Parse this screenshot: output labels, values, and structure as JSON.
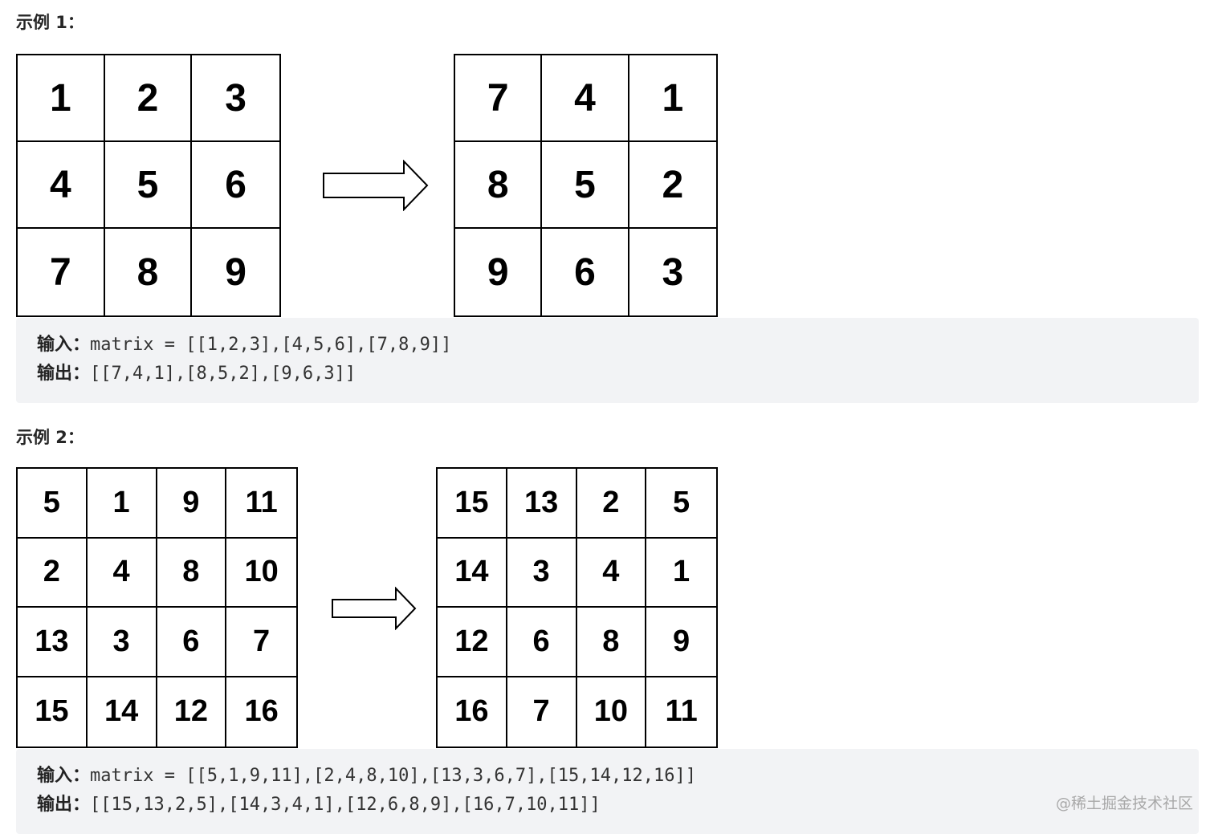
{
  "example1": {
    "title": "示例 1：",
    "input_grid": [
      "1",
      "2",
      "3",
      "4",
      "5",
      "6",
      "7",
      "8",
      "9"
    ],
    "output_grid": [
      "7",
      "4",
      "1",
      "8",
      "5",
      "2",
      "9",
      "6",
      "3"
    ],
    "input_label": "输入：",
    "input_value": "matrix = [[1,2,3],[4,5,6],[7,8,9]]",
    "output_label": "输出：",
    "output_value": "[[7,4,1],[8,5,2],[9,6,3]]"
  },
  "example2": {
    "title": "示例 2：",
    "input_grid": [
      "5",
      "1",
      "9",
      "11",
      "2",
      "4",
      "8",
      "10",
      "13",
      "3",
      "6",
      "7",
      "15",
      "14",
      "12",
      "16"
    ],
    "output_grid": [
      "15",
      "13",
      "2",
      "5",
      "14",
      "3",
      "4",
      "1",
      "12",
      "6",
      "8",
      "9",
      "16",
      "7",
      "10",
      "11"
    ],
    "input_label": "输入：",
    "input_value": "matrix = [[5,1,9,11],[2,4,8,10],[13,3,6,7],[15,14,12,16]]",
    "output_label": "输出：",
    "output_value": "[[15,13,2,5],[14,3,4,1],[12,6,8,9],[16,7,10,11]]"
  },
  "watermark": "@稀土掘金技术社区"
}
